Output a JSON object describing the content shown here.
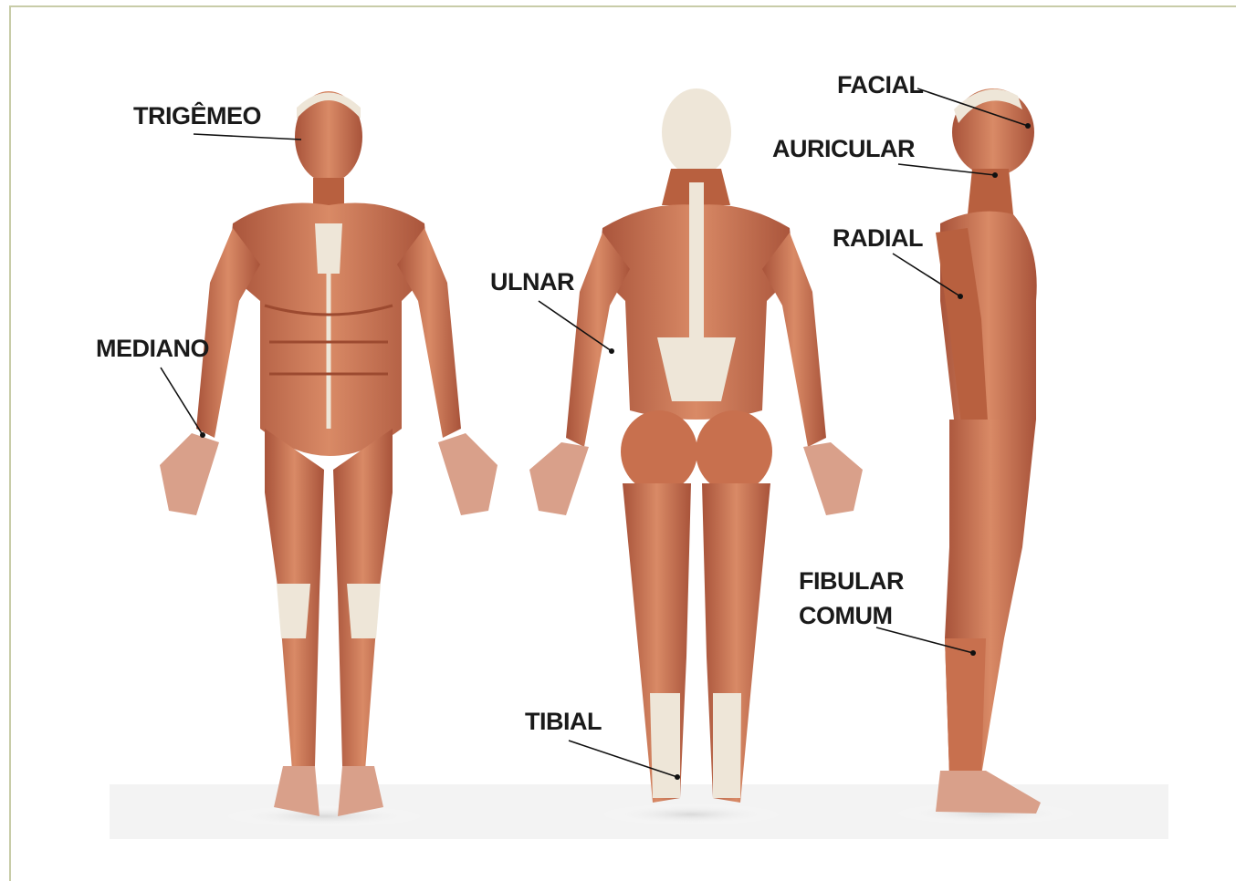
{
  "labels": {
    "trigemeo": "TRIGÊMEO",
    "mediano": "MEDIANO",
    "ulnar": "ULNAR",
    "tibial": "TIBIAL",
    "facial": "FACIAL",
    "auricular": "AURICULAR",
    "radial": "RADIAL",
    "fibular_line1": "FIBULAR",
    "fibular_line2": "COMUM"
  },
  "colors": {
    "muscle": "#c8704e",
    "muscle_dark": "#9c4a30",
    "tendon": "#eee6d8",
    "frame": "#c8cca8"
  }
}
